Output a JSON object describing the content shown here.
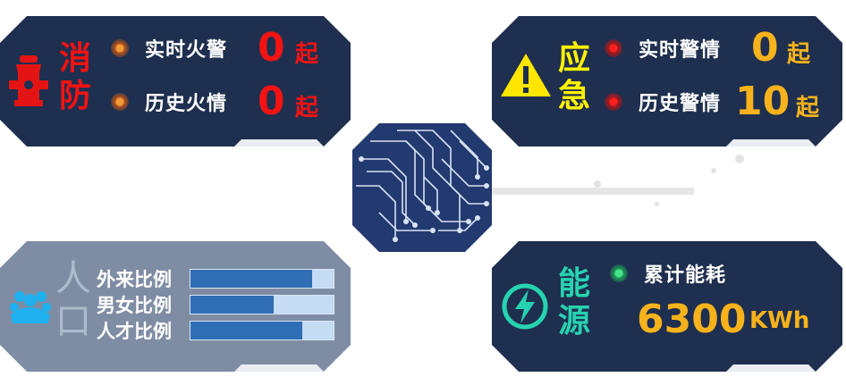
{
  "fire": {
    "title_1": "消",
    "title_2": "防",
    "rows": [
      {
        "label": "实时火警",
        "value": "0",
        "unit": "起"
      },
      {
        "label": "历史火情",
        "value": "0",
        "unit": "起"
      }
    ]
  },
  "emergency": {
    "title_1": "应",
    "title_2": "急",
    "rows": [
      {
        "label": "实时警情",
        "value": "0",
        "unit": "起"
      },
      {
        "label": "历史警情",
        "value": "10",
        "unit": "起"
      }
    ]
  },
  "population": {
    "title_1": "人",
    "title_2": "口",
    "bars": [
      {
        "label": "外来比例",
        "fill": 0.85
      },
      {
        "label": "男女比例",
        "fill": 0.58
      },
      {
        "label": "人才比例",
        "fill": 0.78
      }
    ]
  },
  "energy": {
    "title_1": "能",
    "title_2": "源",
    "label": "累计能耗",
    "value": "6300",
    "unit": "KWh"
  },
  "colors": {
    "panel_dark": "#1e2f4f",
    "panel_gray": "#7f8da4",
    "fire_red": "#f21313",
    "value_gold": "#f7b21c",
    "emergency_yellow": "#fff200",
    "energy_teal": "#27d2b0"
  },
  "icons": {
    "fire": "fire-hydrant-icon",
    "emergency": "warning-triangle-icon",
    "population": "people-group-icon",
    "energy": "lightning-bolt-icon",
    "center": "circuit-chip-icon"
  }
}
